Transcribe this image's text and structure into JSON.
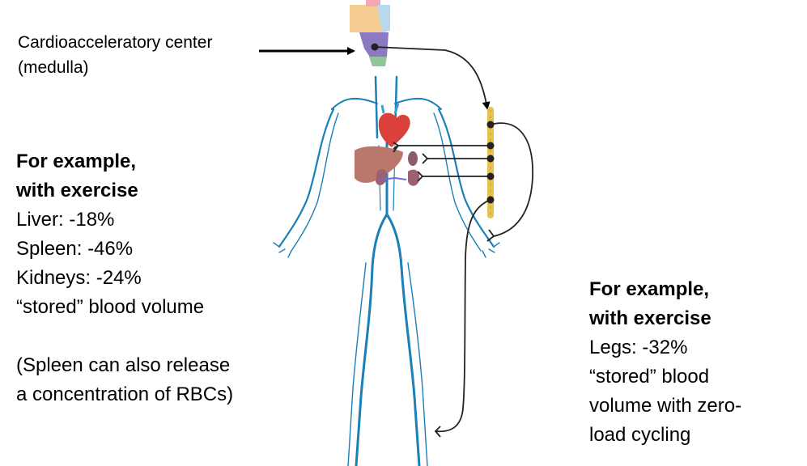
{
  "medulla_label": {
    "line1": "Cardioacceleratory center",
    "line2": "(medulla)"
  },
  "left_note": {
    "heading1": "For example,",
    "heading2": "with exercise",
    "items": [
      "Liver: -18%",
      "Spleen: -46%",
      "Kidneys: -24%",
      "“stored” blood volume"
    ],
    "footnote1": "(Spleen can also release",
    "footnote2": "a concentration of RBCs)"
  },
  "right_note": {
    "heading1": "For example,",
    "heading2": "with exercise",
    "lines": [
      "Legs: -32%",
      "“stored” blood",
      "volume with zero-",
      "load cycling"
    ]
  },
  "colors": {
    "vessel": "#1b7fb8",
    "chain": "#e6c34d",
    "heart": "#d9413a",
    "liver": "#b9786b",
    "kidney": "#8e5a6c",
    "medulla": "#8d79c2"
  }
}
